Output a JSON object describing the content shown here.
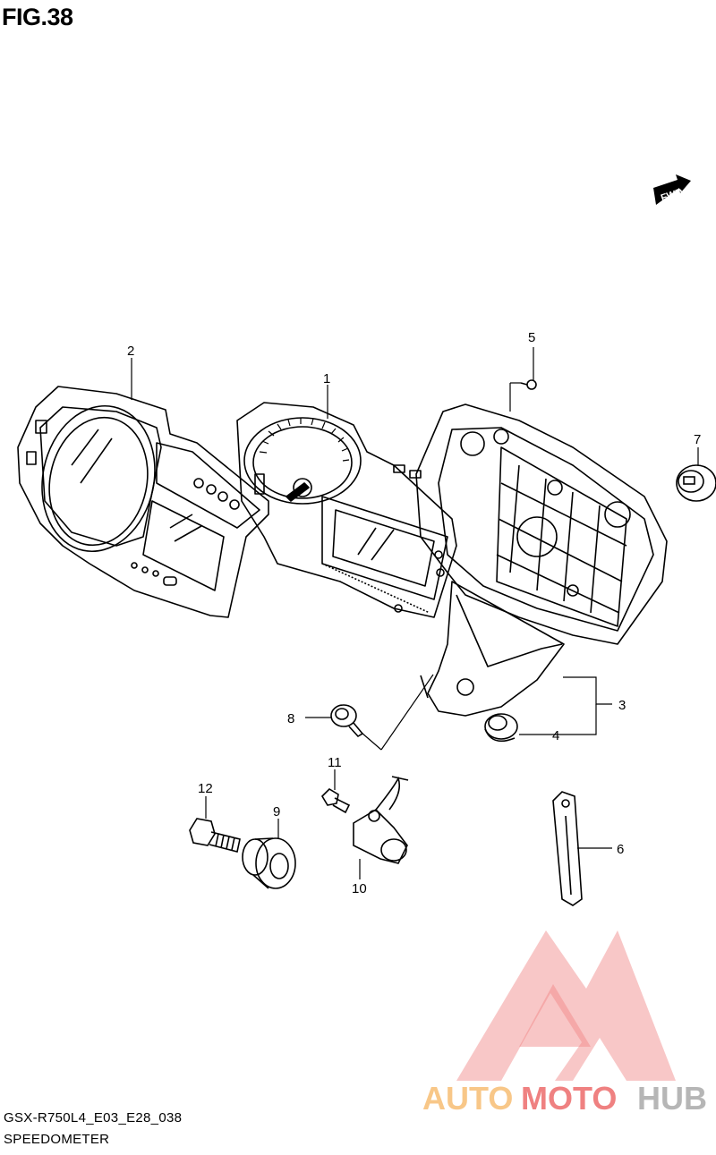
{
  "figure": {
    "title": "FIG.38",
    "model_code": "GSX-R750L4_E03_E28_038",
    "section_name": "SPEEDOMETER"
  },
  "direction_badge": {
    "text": "FWD"
  },
  "callouts": [
    {
      "id": "1",
      "label": "1"
    },
    {
      "id": "2",
      "label": "2"
    },
    {
      "id": "3",
      "label": "3"
    },
    {
      "id": "4",
      "label": "4"
    },
    {
      "id": "5",
      "label": "5"
    },
    {
      "id": "6",
      "label": "6"
    },
    {
      "id": "7",
      "label": "7"
    },
    {
      "id": "8",
      "label": "8"
    },
    {
      "id": "9",
      "label": "9"
    },
    {
      "id": "10",
      "label": "10"
    },
    {
      "id": "11",
      "label": "11"
    },
    {
      "id": "12",
      "label": "12"
    }
  ],
  "watermark": {
    "part1": "AUTO",
    "part2": "MOTO",
    "part3": "HUB",
    "color_orange": "#f4a640",
    "color_red": "#e63535",
    "color_gray": "#8a8a8a"
  }
}
